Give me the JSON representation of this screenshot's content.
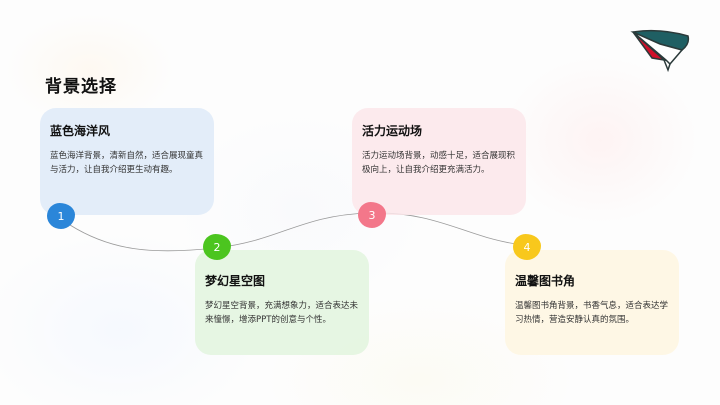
{
  "page": {
    "title": "背景选择"
  },
  "logo": {
    "icon": "paper-plane-logo",
    "colors": {
      "wing_top": "#1f5f63",
      "wing_bottom": "#d0102a",
      "outline": "#2b3a3a"
    }
  },
  "steps": [
    {
      "number": "1",
      "title": "蓝色海洋风",
      "description": "蓝色海洋背景，清新自然，适合展现童真与活力，让自我介绍更生动有趣。",
      "badge_color": "#2b86d9",
      "card_color": "#deeaf8"
    },
    {
      "number": "2",
      "title": "梦幻星空图",
      "description": "梦幻星空背景，充满想象力，适合表达未来憧憬，增添PPT的创意与个性。",
      "badge_color": "#4cc51f",
      "card_color": "#e2f4de"
    },
    {
      "number": "3",
      "title": "活力运动场",
      "description": "活力运动场背景，动感十足，适合展现积极向上，让自我介绍更充满活力。",
      "badge_color": "#f3778a",
      "card_color": "#fce6ea"
    },
    {
      "number": "4",
      "title": "温馨图书角",
      "description": "温馨图书角背景，书香气息，适合表达学习热情，营造安静认真的氛围。",
      "badge_color": "#f8c81c",
      "card_color": "#fef6e2"
    }
  ]
}
